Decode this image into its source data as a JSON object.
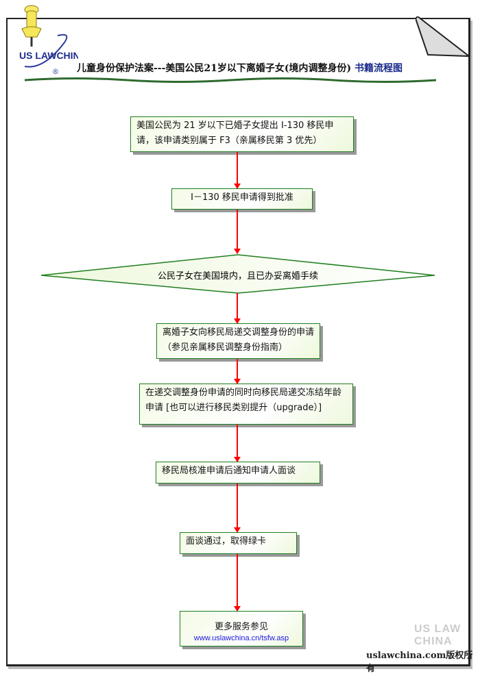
{
  "header": {
    "title": "儿童身份保护法案---美国公民21岁以下离婚子女(境内调整身份)",
    "title_suffix": "书籍流程图",
    "logo_text": "US LAW CHINA"
  },
  "steps": [
    "美国公民为 21 岁以下已婚子女提出 I-130 移民申请，该申请类别属于 F3（亲属移民第 3 优先）",
    "I－130 移民申请得到批准",
    "公民子女在美国境内，且已办妥离婚手续",
    "离婚子女向移民局递交调整身份的申请（参见亲属移民调整身份指南）",
    "在递交调整身份申请的同时向移民局递交冻结年龄申请 [也可以进行移民类别提升（upgrade）]",
    "移民局核准申请后通知申请人面谈",
    "面谈通过，取得绿卡",
    "更多服务参见"
  ],
  "more_link": "www.uslawchina.cn/tsfw.asp",
  "footer": {
    "copyright": "uslawchina.com版权所有",
    "watermark": "US LAW CHINA"
  },
  "colors": {
    "box_border": "#1e7d1e",
    "arrow": "#ff0000",
    "title_suffix": "#1a2a8a"
  }
}
